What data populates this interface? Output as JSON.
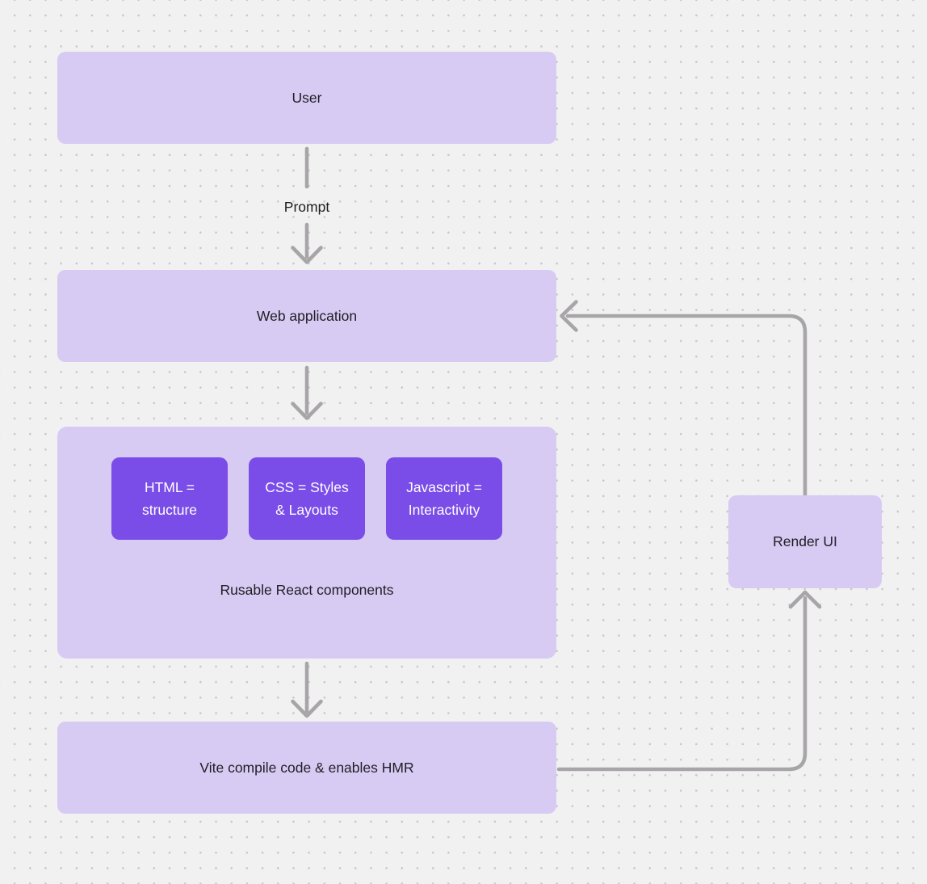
{
  "diagram": {
    "nodes": {
      "user": "User",
      "web_application": "Web application",
      "html": "HTML =\nstructure",
      "css": "CSS = Styles\n& Layouts",
      "javascript": "Javascript =\nInteractivity",
      "components_caption": "Rusable React components",
      "vite": "Vite compile code & enables HMR",
      "render_ui": "Render UI"
    },
    "edge_labels": {
      "prompt": "Prompt"
    },
    "colors": {
      "background": "#f2f1f2",
      "dot_grid": "#c8c6c9",
      "node_fill_light": "#d7caf3",
      "node_fill_dark": "#7a4ce8",
      "connector": "#a7a5a8",
      "text_dark": "#1f1f23",
      "text_on_dark": "#ffffff"
    }
  }
}
